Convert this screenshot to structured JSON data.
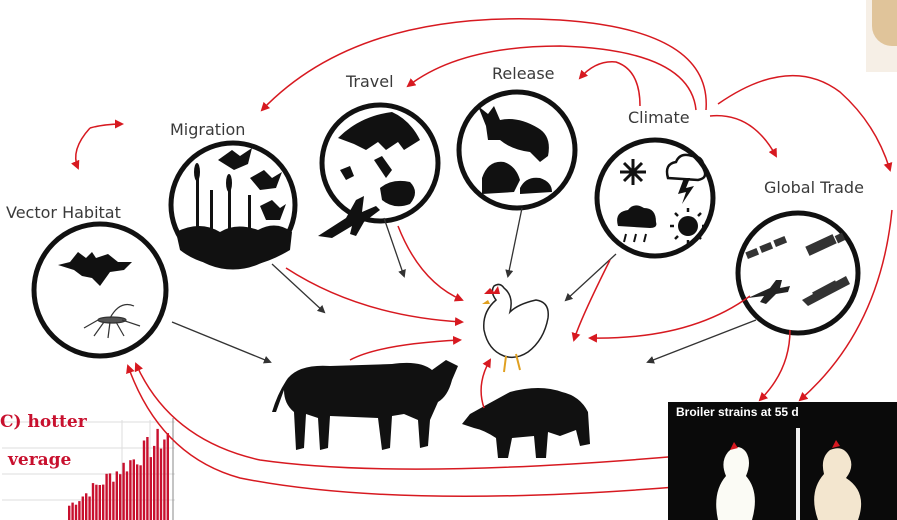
{
  "labels": {
    "migration": "Migration",
    "travel": "Travel",
    "release": "Release",
    "climate": "Climate",
    "vector_habitat": "Vector Habitat",
    "global_trade": "Global Trade"
  },
  "inset_chart": {
    "line1": "C) hotter",
    "line2": "verage"
  },
  "inset_photo": {
    "title": "Broiler strains at 55 d"
  },
  "icons": [
    "bat-icon",
    "mosquito-icon",
    "duck-icon",
    "reeds-icon",
    "globe-icon",
    "airplane-icon",
    "rabbit-icon",
    "frog-icon",
    "mouse-icon",
    "snowflake-icon",
    "storm-cloud-icon",
    "rain-cloud-icon",
    "sun-icon",
    "train-icon",
    "truck-icon",
    "ship-icon",
    "cow-icon",
    "pig-icon",
    "chicken-icon"
  ],
  "colors": {
    "arrow_red": "#d71920",
    "arrow_black": "#333333",
    "bars_red": "#c8102e"
  }
}
